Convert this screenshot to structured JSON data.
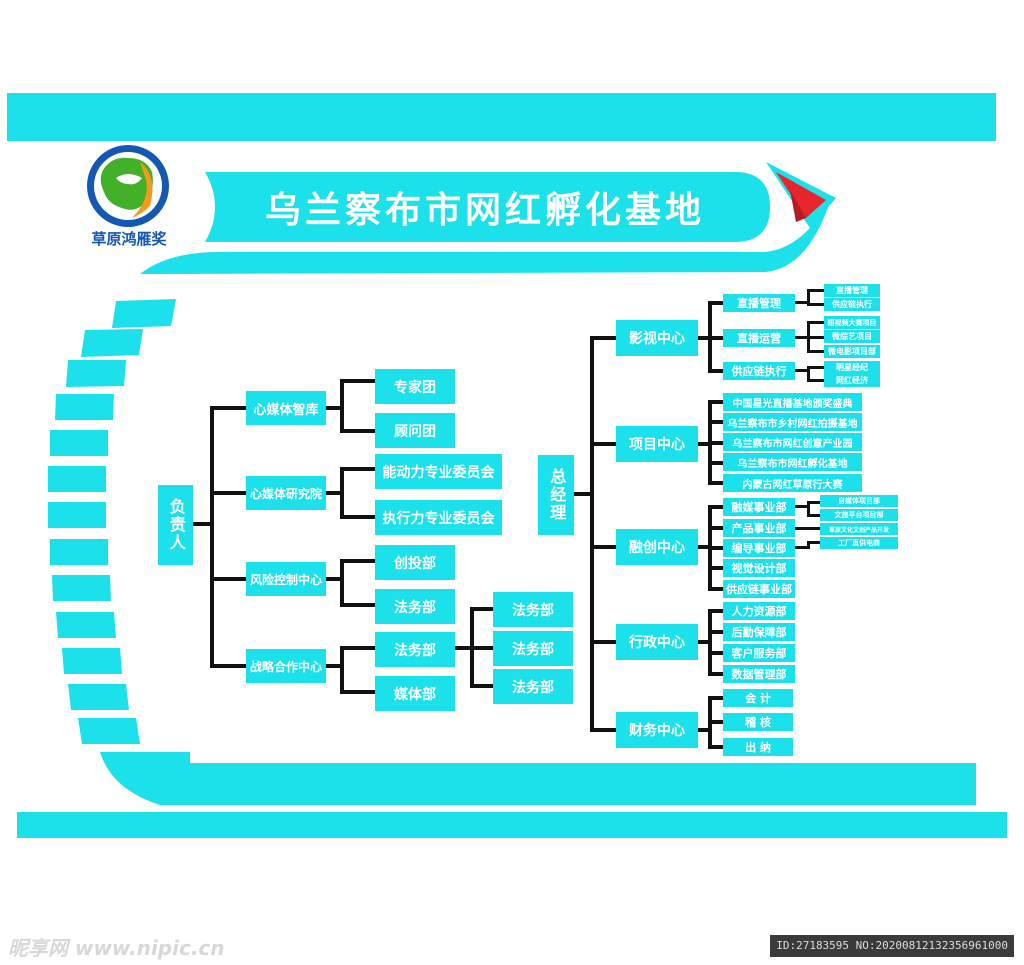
{
  "title": "乌兰察布市网红孵化基地",
  "logo": {
    "text": "草原鸿雁奖"
  },
  "watermark": {
    "left": "昵享网 www.nipic.cn",
    "right": "ID:27183595 NO:20200812132356961000"
  },
  "colors": {
    "accent": "#1ce0ea",
    "line": "#111111",
    "logo_blue": "#1458b4",
    "logo_green": "#43b02a",
    "logo_orange": "#f39a1e",
    "arrow_red": "#e6262b"
  },
  "left_tree": {
    "root": "负责人",
    "branches": [
      {
        "label": "心媒体智库",
        "children": [
          "专家团",
          "顾问团"
        ]
      },
      {
        "label": "心媒体研究院",
        "children": [
          "能动力专业委员会",
          "执行力专业委员会"
        ]
      },
      {
        "label": "风险控制中心",
        "children": [
          "创投部",
          "法务部"
        ]
      },
      {
        "label": "战略合作中心",
        "children": [
          "法务部",
          "媒体部"
        ],
        "sub_children": [
          "法务部",
          "法务部",
          "法务部"
        ]
      }
    ]
  },
  "right_tree": {
    "root": "总经理",
    "centers": [
      {
        "label": "影视中心",
        "children": [
          {
            "label": "直播管理",
            "subs": [
              "直播管理",
              "供应链执行"
            ]
          },
          {
            "label": "直播运营",
            "subs": [
              "短视频大赛项目",
              "微综艺项目",
              "微电影项目部"
            ]
          },
          {
            "label": "供应链执行",
            "subs": [
              "明星经纪",
              "网红经济"
            ]
          }
        ]
      },
      {
        "label": "项目中心",
        "children": [
          "中国星光直播基地颁奖盛典",
          "乌兰察布市乡村网红拍摄基地",
          "乌兰察布市网红创意产业园",
          "乌兰察布市网红孵化基地",
          "内蒙古网红草原行大赛"
        ]
      },
      {
        "label": "融创中心",
        "children": [
          {
            "label": "融媒事业部",
            "subs": [
              "自媒体项目部",
              "文旅平台项目部"
            ]
          },
          {
            "label": "产品事业部",
            "subs": [
              "草原文化文创产品开发"
            ]
          },
          {
            "label": "编导事业部",
            "subs": [
              "工厂直供电商"
            ]
          },
          {
            "label": "视觉设计部",
            "subs": []
          },
          {
            "label": "供应链事业部",
            "subs": []
          }
        ]
      },
      {
        "label": "行政中心",
        "children": [
          "人力资源部",
          "后勤保障部",
          "客户服务部",
          "数据管理部"
        ]
      },
      {
        "label": "财务中心",
        "children": [
          "会 计",
          "稽 核",
          "出 纳"
        ]
      }
    ]
  }
}
